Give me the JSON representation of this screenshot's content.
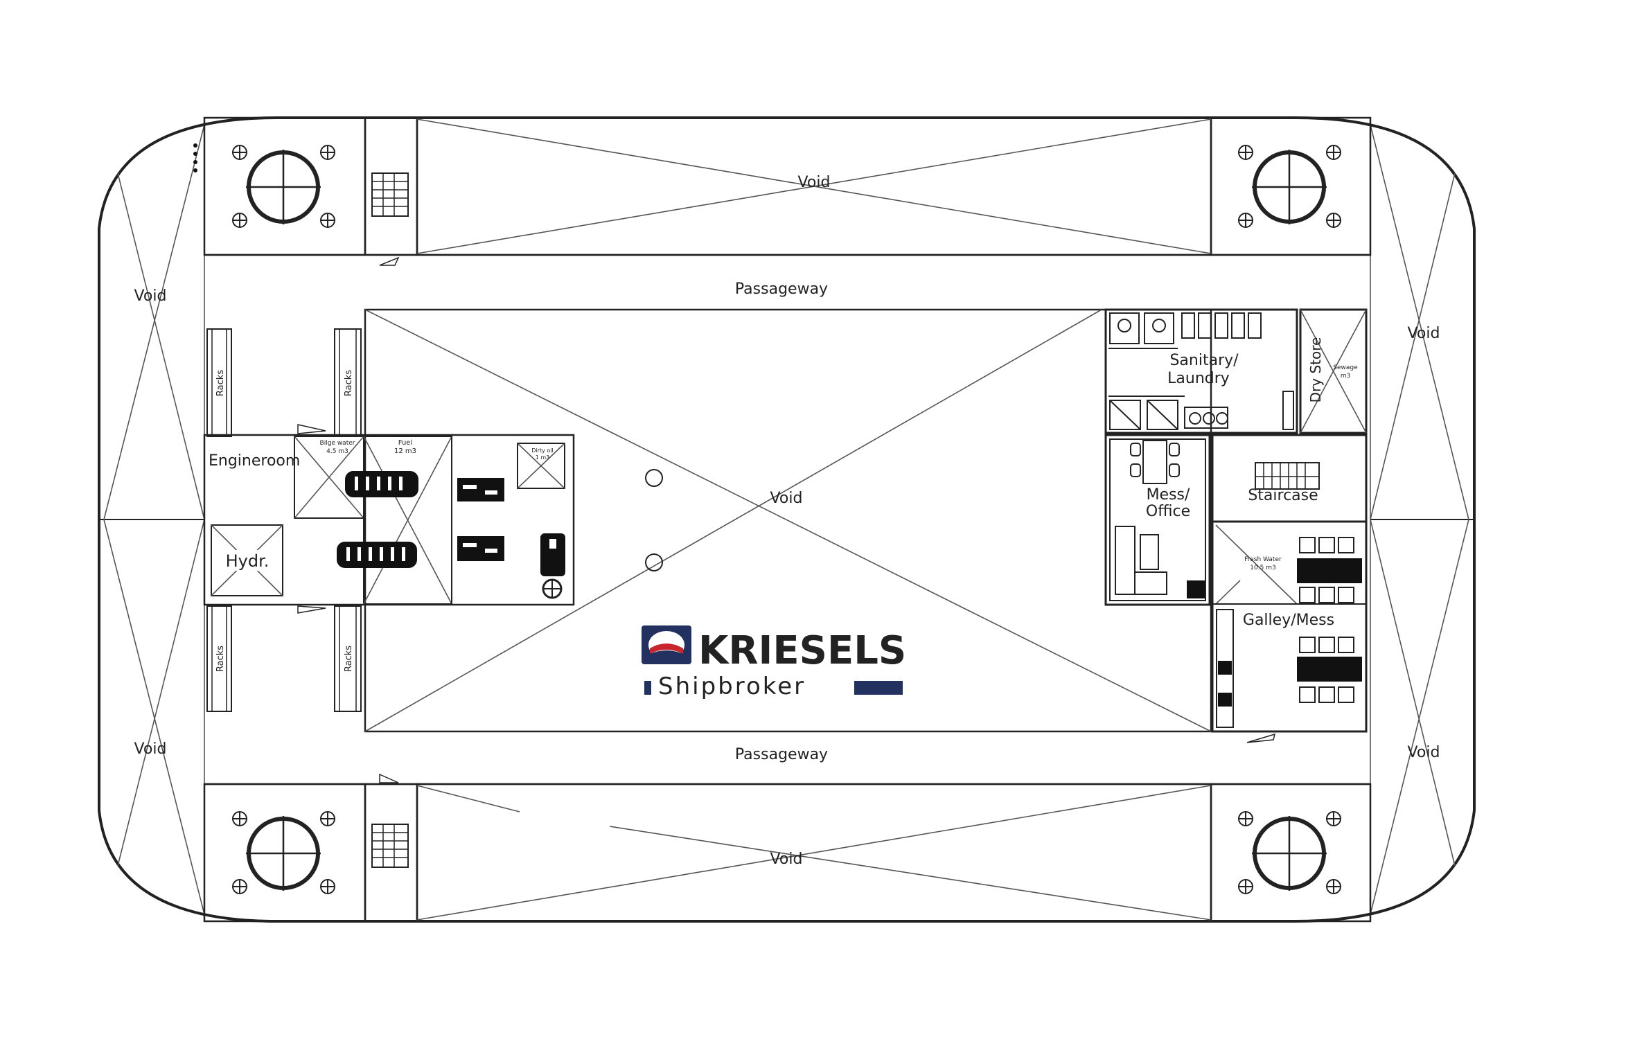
{
  "labels": {
    "void": "Void",
    "passageway": "Passageway",
    "engineroom": "Engineroom",
    "hydr": "Hydr.",
    "racks": "Racks",
    "bilge_water": "Bilge water",
    "bilge_water_volume": "4.5 m3",
    "fuel": "Fuel",
    "fuel_volume": "12 m3",
    "dirty_oil": "Dirty oil",
    "dirty_oil_volume": "1 m3",
    "sanitary": "Sanitary/",
    "laundry": "Laundry",
    "dry_store": "Dry Store",
    "sewage": "Sewage",
    "sewage_volume": "m3",
    "mess_office_1": "Mess/",
    "mess_office_2": "Office",
    "staircase": "Staircase",
    "fresh_water": "Fresh Water",
    "fresh_water_volume": "10.5 m3",
    "galley_mess": "Galley/Mess"
  },
  "logo": {
    "brand": "KRIESELS",
    "subtitle": "Shipbroker",
    "colors": {
      "navy": "#22315f",
      "red": "#c8262d"
    }
  },
  "colors": {
    "line": "#222222",
    "background": "#ffffff"
  }
}
